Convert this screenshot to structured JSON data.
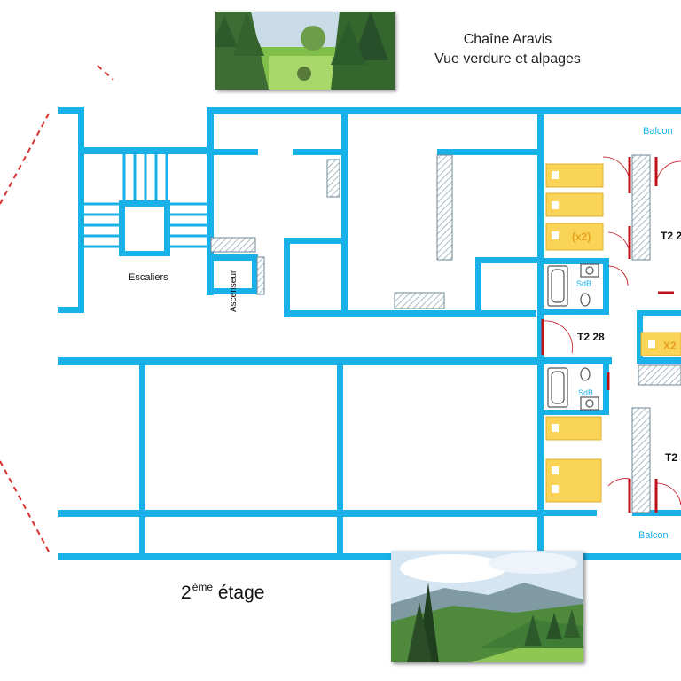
{
  "caption": {
    "line1": "Chaîne Aravis",
    "line2": "Vue verdure et alpages"
  },
  "floor_label": {
    "number": "2",
    "suffix": "ème",
    "word": "étage"
  },
  "labels": {
    "escaliers": "Escaliers",
    "ascenseur": "Ascenseur",
    "balcon_top": "Balcon",
    "balcon_bottom": "Balcon",
    "t2_top": "T2 2",
    "t2_28": "T2 28",
    "t2_bottom": "T2",
    "sdb_top": "SdB",
    "sdb_bottom": "SdB",
    "beds_x2_top": "(x2)",
    "beds_x2_right": "X2"
  },
  "photos": {
    "top": {
      "icon": "forest-meadow-photo"
    },
    "bottom": {
      "icon": "mountain-valley-photo"
    }
  },
  "colors": {
    "wall": "#19b2e8",
    "bed": "#f9d456",
    "door": "#c0101a",
    "hatch": "#8fa6b3",
    "dash": "#d83030"
  }
}
